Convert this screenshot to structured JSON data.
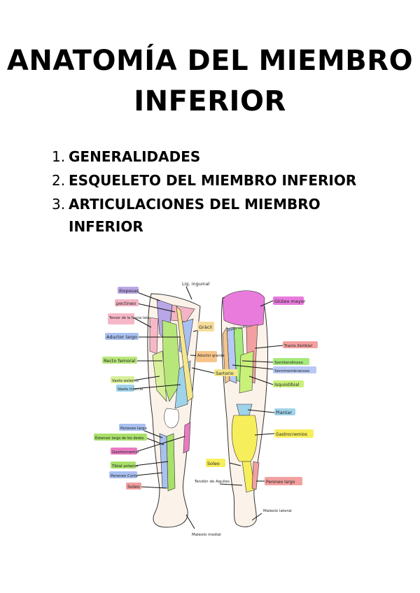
{
  "title": {
    "line1": "ANATOMÍA DEL MIEMBRO",
    "line2": "INFERIOR"
  },
  "toc": [
    {
      "number": "1.",
      "text": "GENERALIDADES"
    },
    {
      "number": "2.",
      "text": "ESQUELETO DEL MIEMBRO INFERIOR"
    },
    {
      "number": "3.",
      "text": "ARTICULACIONES DEL MIEMBRO INFERIOR"
    }
  ],
  "figure": {
    "labels": {
      "lig_inguinal": "Lig. inguinal",
      "iliopsoas": "Iliopsoas",
      "pectineo": "pectineo",
      "tensor": "Tensor de la fascia lata",
      "aductor_largo": "Aductor largo",
      "recto_femoral": "Recto femoral",
      "vasto_externo": "Vasto externo",
      "vasto_interno": "Vasto interno",
      "gracil": "Grácil",
      "aductor_grande": "Aductor grande",
      "sartorio": "Sartorio",
      "peroneo_largo": "Peroneo largo",
      "extensor_dedos": "Extensor largo de los dedos",
      "gastrocnemio": "Gastrocnemio",
      "tibial_anterior": "Tibial anterior",
      "peroneo_corto": "Peroneo Corto",
      "soleo": "Soleo",
      "maleolo_medial": "Maleolo medial",
      "gluteo_mayor": "Glúteo mayor",
      "gluteo_medio": "Glúteo medio",
      "tracto_iliotibial": "Tracto iliotibial",
      "semitendinoso": "Semitendinoso",
      "semimembranoso": "Semimembranoso",
      "isquiotibial": "Isquiotibial",
      "plantar": "Plantar",
      "gastrocnemios": "Gastrocnemios",
      "soleo_post": "Soleo",
      "tendon_aquiles": "Tendón de Aquiles",
      "peroneo_largo_post": "Peroneo largo",
      "maleolo_lateral": "Maleolo lateral"
    },
    "colors": {
      "iliopsoas": "#b9a6e6",
      "pectineo": "#f3b4c4",
      "tensor": "#f6b8c8",
      "aductor_largo": "#a9c0f0",
      "recto_femoral": "#b7e77a",
      "vasto_externo": "#d8f09a",
      "vasto_interno": "#9fd3ea",
      "sartorio": "#f4e78c",
      "gracil": "#f6dc9a",
      "gastrocnemio": "#e87bc0",
      "tibial_anterior": "#a8e06a",
      "peroneo": "#a9c0f0",
      "gluteo_mayor": "#e87bdc",
      "tracto": "#f3a0a0",
      "semitendinoso": "#a6ea7a",
      "semimembranoso": "#b7c9f4",
      "isquiotibial": "#c9f07a",
      "plantar": "#9fd3ea",
      "gastrocnemios_post": "#f7ee5c",
      "soleo_post": "#f3a0a0",
      "aductor_grande": "#f6c48a"
    }
  }
}
